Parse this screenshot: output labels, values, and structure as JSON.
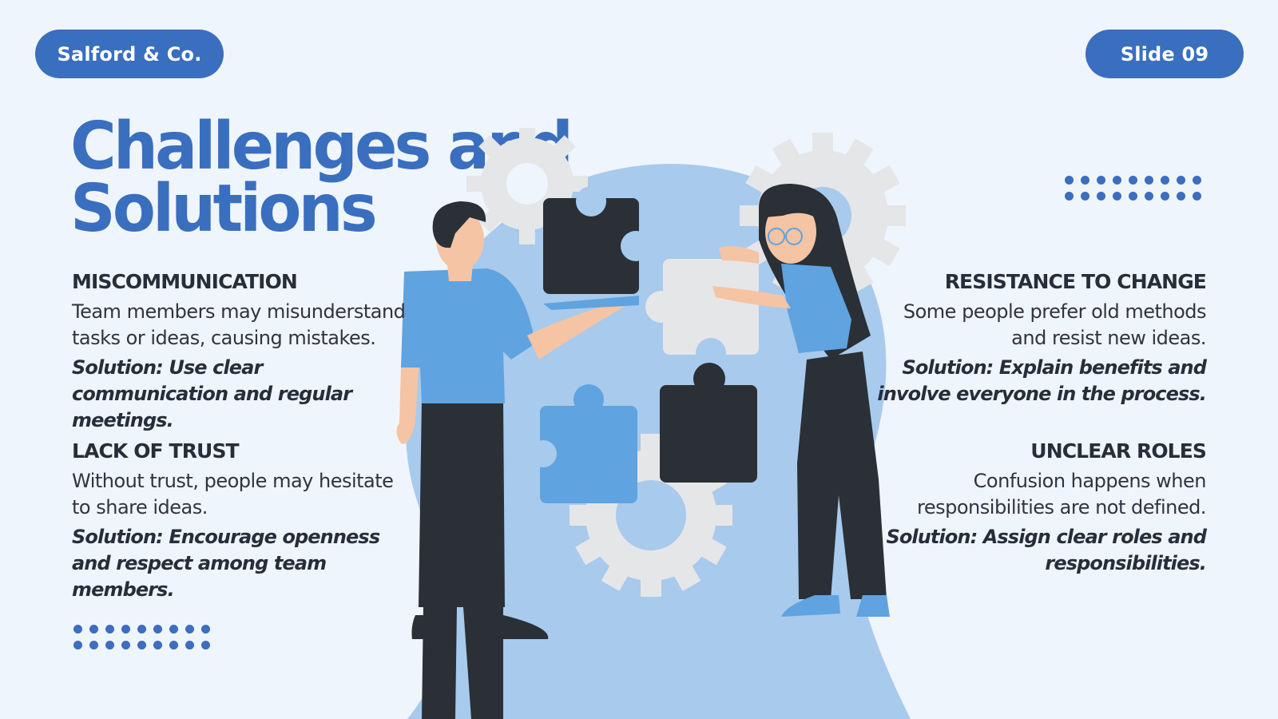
{
  "header": {
    "brand": "Salford & Co.",
    "slide": "Slide 09"
  },
  "title": {
    "line1": "Challenges and",
    "line2": "Solutions"
  },
  "challenges": [
    {
      "heading": "MISCOMMUNICATION",
      "description": "Team members may misunderstand tasks or ideas, causing mistakes.",
      "solution": "Solution: Use clear communication and regular meetings."
    },
    {
      "heading": "LACK OF TRUST",
      "description": "Without trust, people may hesitate to share ideas.",
      "solution": "Solution: Encourage openness and respect among team members."
    },
    {
      "heading": "RESISTANCE TO CHANGE",
      "description": "Some people prefer old methods and resist new ideas.",
      "solution": "Solution: Explain benefits and involve everyone in the process."
    },
    {
      "heading": "UNCLEAR ROLES",
      "description": "Confusion happens when responsibilities are not defined.",
      "solution": "Solution: Assign clear roles and responsibilities."
    }
  ],
  "colors": {
    "accent": "#3a6ebf",
    "background": "#eff5fc",
    "text_dark": "#262e3a",
    "head_shape": "#a8caec",
    "puzzle_blue": "#5fa3e0",
    "puzzle_dark": "#2a3036",
    "gear_gray": "#e5e6e8"
  }
}
